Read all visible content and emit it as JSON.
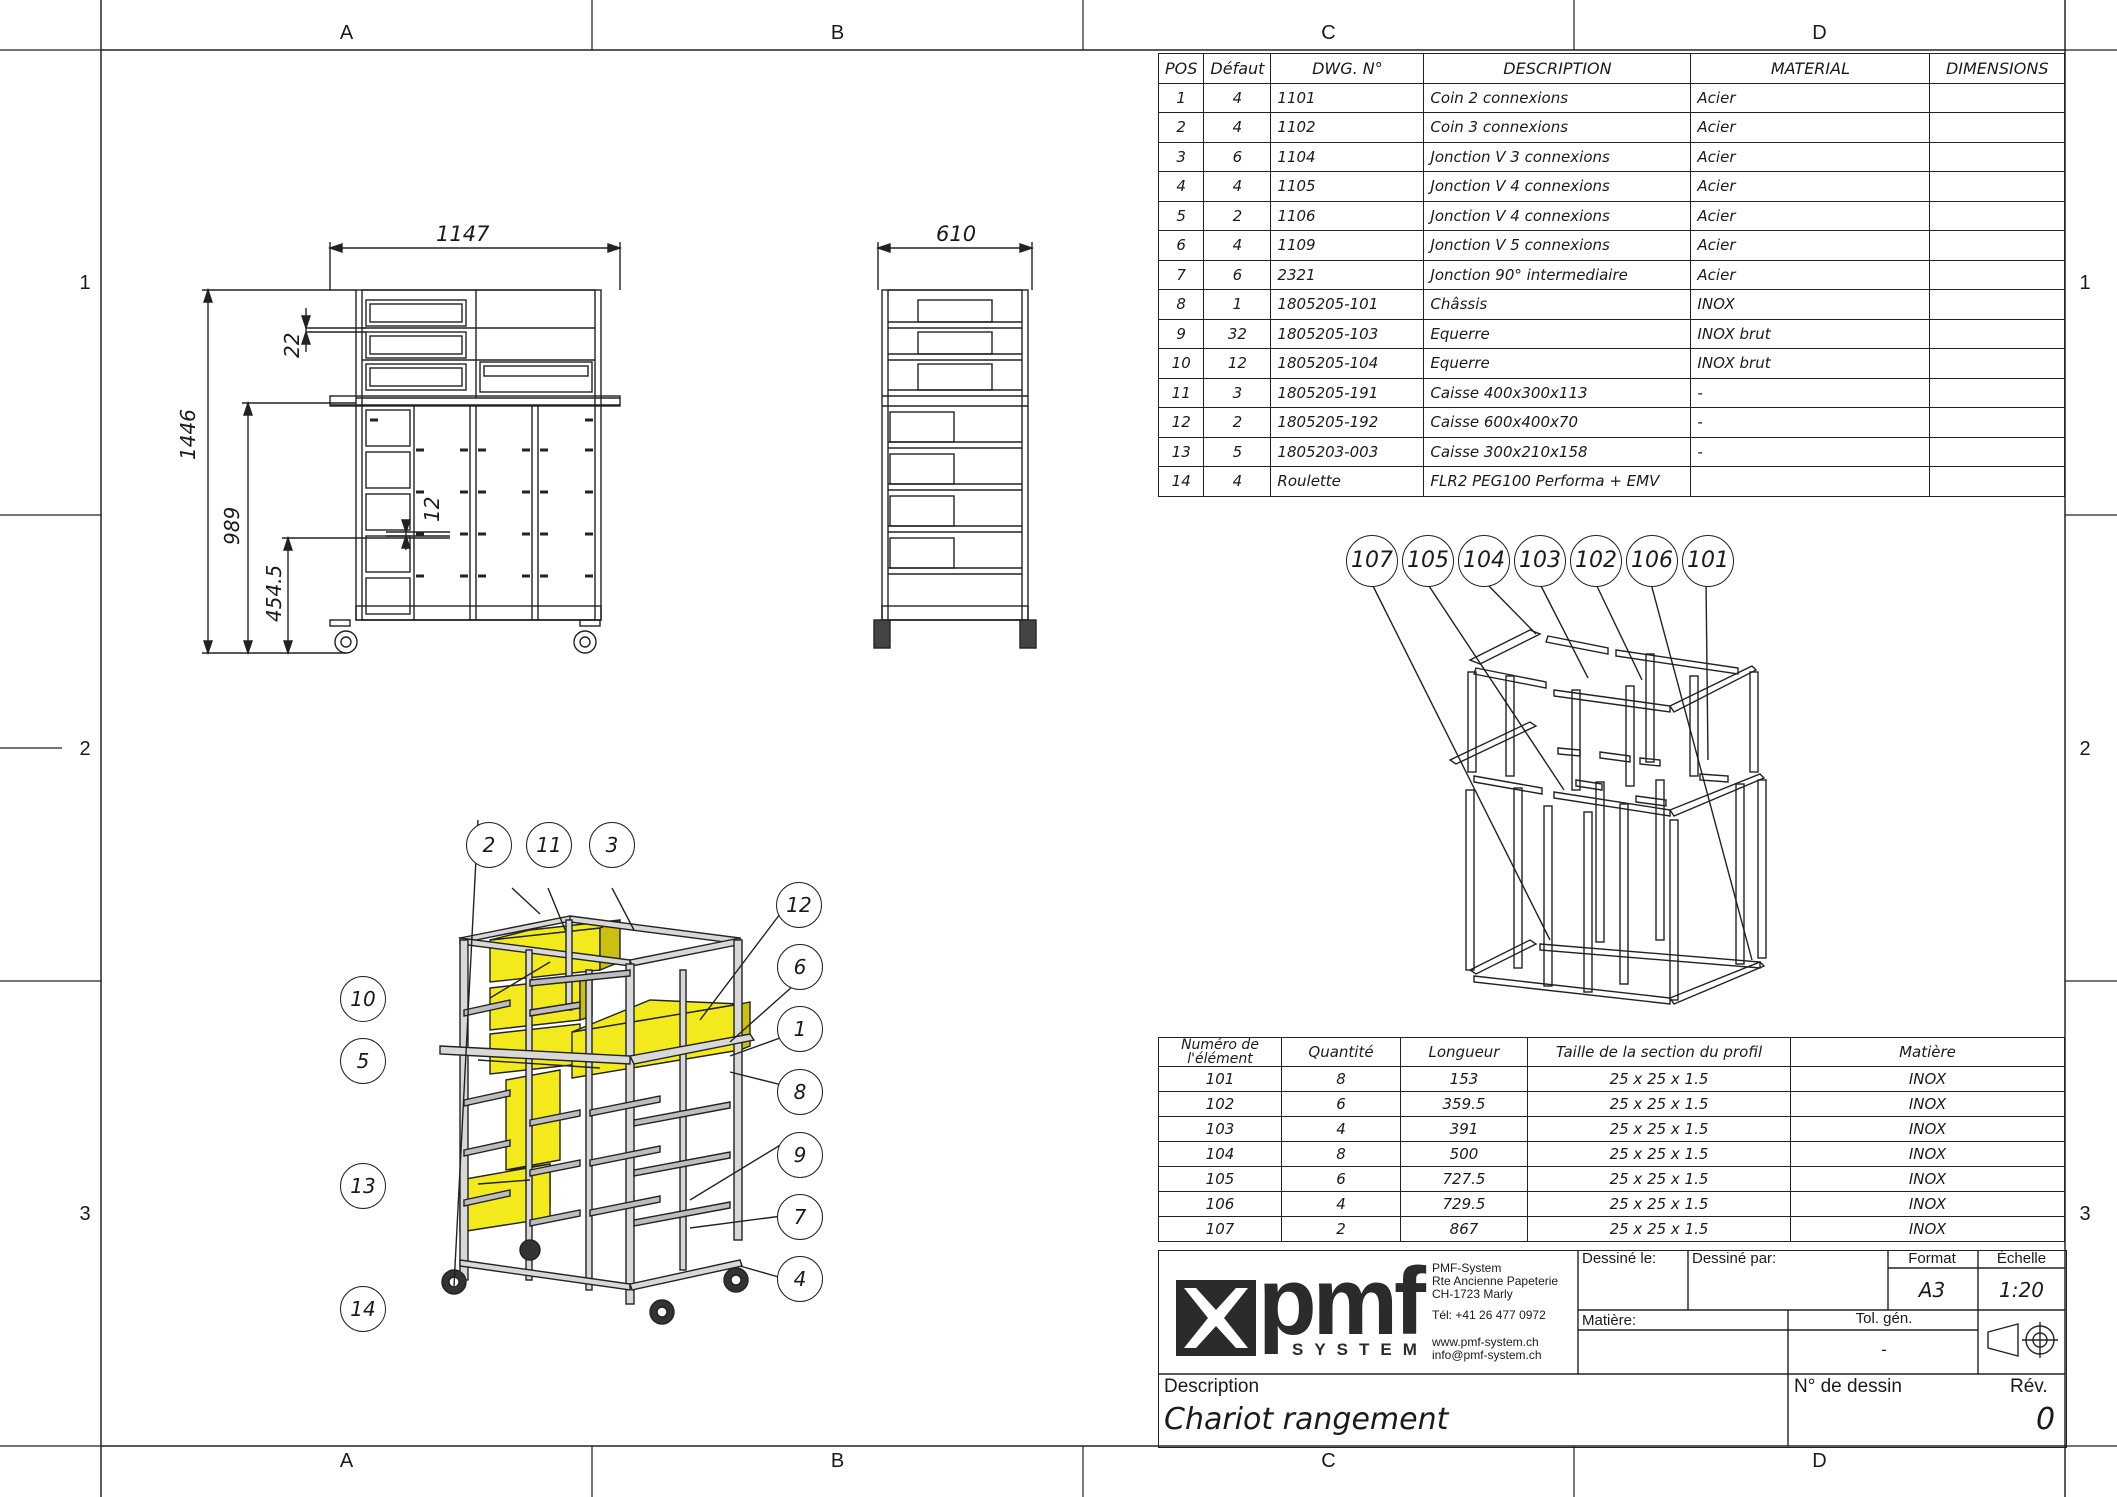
{
  "zones": {
    "columns": [
      "A",
      "B",
      "C",
      "D"
    ],
    "rows": [
      "1",
      "2",
      "3"
    ]
  },
  "dimensions": {
    "front_width": "1147",
    "side_width": "610",
    "total_height": "1446",
    "mid_height": "989",
    "low_height": "454.5",
    "gap_top": "22",
    "gap_low": "12"
  },
  "bom": {
    "headers": [
      "POS",
      "Défaut",
      "DWG. N°",
      "DESCRIPTION",
      "MATERIAL",
      "DIMENSIONS"
    ],
    "rows": [
      [
        "1",
        "4",
        "1101",
        "Coin 2 connexions",
        "Acier",
        ""
      ],
      [
        "2",
        "4",
        "1102",
        "Coin 3 connexions",
        "Acier",
        ""
      ],
      [
        "3",
        "6",
        "1104",
        "Jonction V 3 connexions",
        "Acier",
        ""
      ],
      [
        "4",
        "4",
        "1105",
        "Jonction V 4 connexions",
        "Acier",
        ""
      ],
      [
        "5",
        "2",
        "1106",
        "Jonction V 4 connexions",
        "Acier",
        ""
      ],
      [
        "6",
        "4",
        "1109",
        "Jonction V 5 connexions",
        "Acier",
        ""
      ],
      [
        "7",
        "6",
        "2321",
        "Jonction 90° intermediaire",
        "Acier",
        ""
      ],
      [
        "8",
        "1",
        "1805205-101",
        "Châssis",
        "INOX",
        ""
      ],
      [
        "9",
        "32",
        "1805205-103",
        "Equerre",
        "INOX brut",
        ""
      ],
      [
        "10",
        "12",
        "1805205-104",
        "Equerre",
        "INOX brut",
        ""
      ],
      [
        "11",
        "3",
        "1805205-191",
        "Caisse 400x300x113",
        "-",
        ""
      ],
      [
        "12",
        "2",
        "1805205-192",
        "Caisse 600x400x70",
        "-",
        ""
      ],
      [
        "13",
        "5",
        "1805203-003",
        "Caisse 300x210x158",
        "-",
        ""
      ],
      [
        "14",
        "4",
        "Roulette",
        "FLR2 PEG100 Performa + EMV",
        "",
        ""
      ]
    ]
  },
  "cutlist": {
    "headers": [
      "Numéro de l'élément",
      "Quantité",
      "Longueur",
      "Taille  de la section du profil",
      "Matière"
    ],
    "rows": [
      [
        "101",
        "8",
        "153",
        "25 x 25 x 1.5",
        "INOX"
      ],
      [
        "102",
        "6",
        "359.5",
        "25 x 25 x 1.5",
        "INOX"
      ],
      [
        "103",
        "4",
        "391",
        "25 x 25 x 1.5",
        "INOX"
      ],
      [
        "104",
        "8",
        "500",
        "25 x 25 x 1.5",
        "INOX"
      ],
      [
        "105",
        "6",
        "727.5",
        "25 x 25 x 1.5",
        "INOX"
      ],
      [
        "106",
        "4",
        "729.5",
        "25 x 25 x 1.5",
        "INOX"
      ],
      [
        "107",
        "2",
        "867",
        "25 x 25 x 1.5",
        "INOX"
      ]
    ]
  },
  "balloons_frame": [
    "107",
    "105",
    "104",
    "103",
    "102",
    "106",
    "101"
  ],
  "balloons_iso": {
    "b2": "2",
    "b11": "11",
    "b3": "3",
    "b12": "12",
    "b6": "6",
    "b1": "1",
    "b10": "10",
    "b5": "5",
    "b8": "8",
    "b9": "9",
    "b13": "13",
    "b7": "7",
    "b4": "4",
    "b14": "14"
  },
  "titleblock": {
    "company_name": "PMF-System",
    "address1": "Rte Ancienne Papeterie",
    "address2": "CH-1723 Marly",
    "phone": "Tél:  +41 26 477 0972",
    "web": "www.pmf-system.ch",
    "email": "info@pmf-system.ch",
    "logo_text": "pmf",
    "logo_sub": "SYSTEM",
    "drawn_on_label": "Dessiné le:",
    "drawn_by_label": "Dessiné par:",
    "format_label": "Format",
    "format_value": "A3",
    "scale_label": "Échelle",
    "scale_value": "1:20",
    "material_label": "Matière:",
    "tol_label": "Tol. gén.",
    "tol_value": "-",
    "description_label": "Description",
    "description_value": "Chariot rangement",
    "drawing_no_label": "N° de dessin",
    "rev_label": "Rév.",
    "rev_value": "0"
  },
  "colors": {
    "line": "#222222",
    "box_yellow": "#f2ea1c",
    "box_yellow_dark": "#c9c012"
  }
}
